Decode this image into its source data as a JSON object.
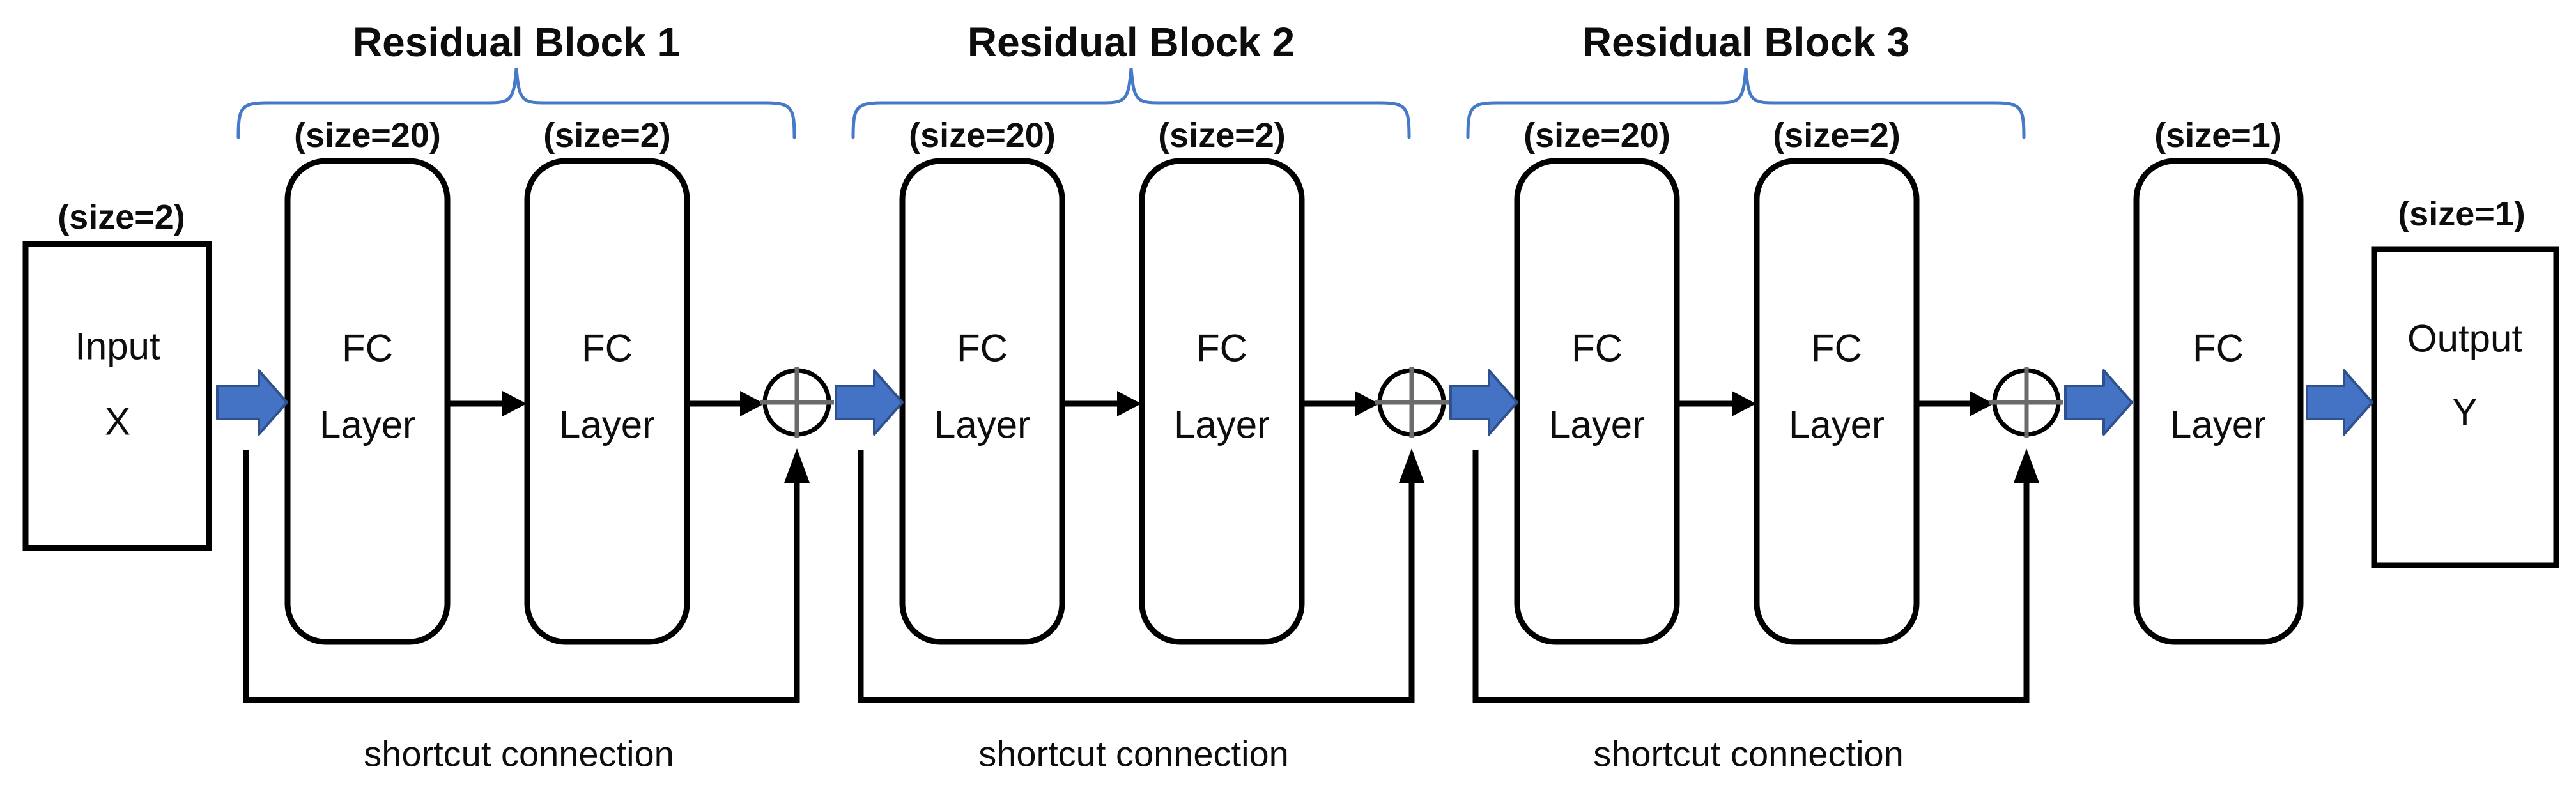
{
  "colors": {
    "arrow_blue": "#4472C4",
    "arrow_blue_edge": "#2F528F",
    "brace_blue": "#4779C9",
    "cross_gray": "#6b6b6b",
    "line_black": "#000000",
    "background": "#ffffff"
  },
  "input_box": {
    "size_label": "(size=2)",
    "line1": "Input",
    "line2": "X"
  },
  "output_box": {
    "size_label": "(size=1)",
    "line1": "Output",
    "line2": "Y"
  },
  "final_fc": {
    "size_label": "(size=1)",
    "line1": "FC",
    "line2": "Layer"
  },
  "blocks": [
    {
      "title": "Residual Block 1",
      "fc1": {
        "size_label": "(size=20)",
        "line1": "FC",
        "line2": "Layer"
      },
      "fc2": {
        "size_label": "(size=2)",
        "line1": "FC",
        "line2": "Layer"
      },
      "shortcut_label": "shortcut connection"
    },
    {
      "title": "Residual Block 2",
      "fc1": {
        "size_label": "(size=20)",
        "line1": "FC",
        "line2": "Layer"
      },
      "fc2": {
        "size_label": "(size=2)",
        "line1": "FC",
        "line2": "Layer"
      },
      "shortcut_label": "shortcut connection"
    },
    {
      "title": "Residual Block 3",
      "fc1": {
        "size_label": "(size=20)",
        "line1": "FC",
        "line2": "Layer"
      },
      "fc2": {
        "size_label": "(size=2)",
        "line1": "FC",
        "line2": "Layer"
      },
      "shortcut_label": "shortcut connection"
    }
  ]
}
